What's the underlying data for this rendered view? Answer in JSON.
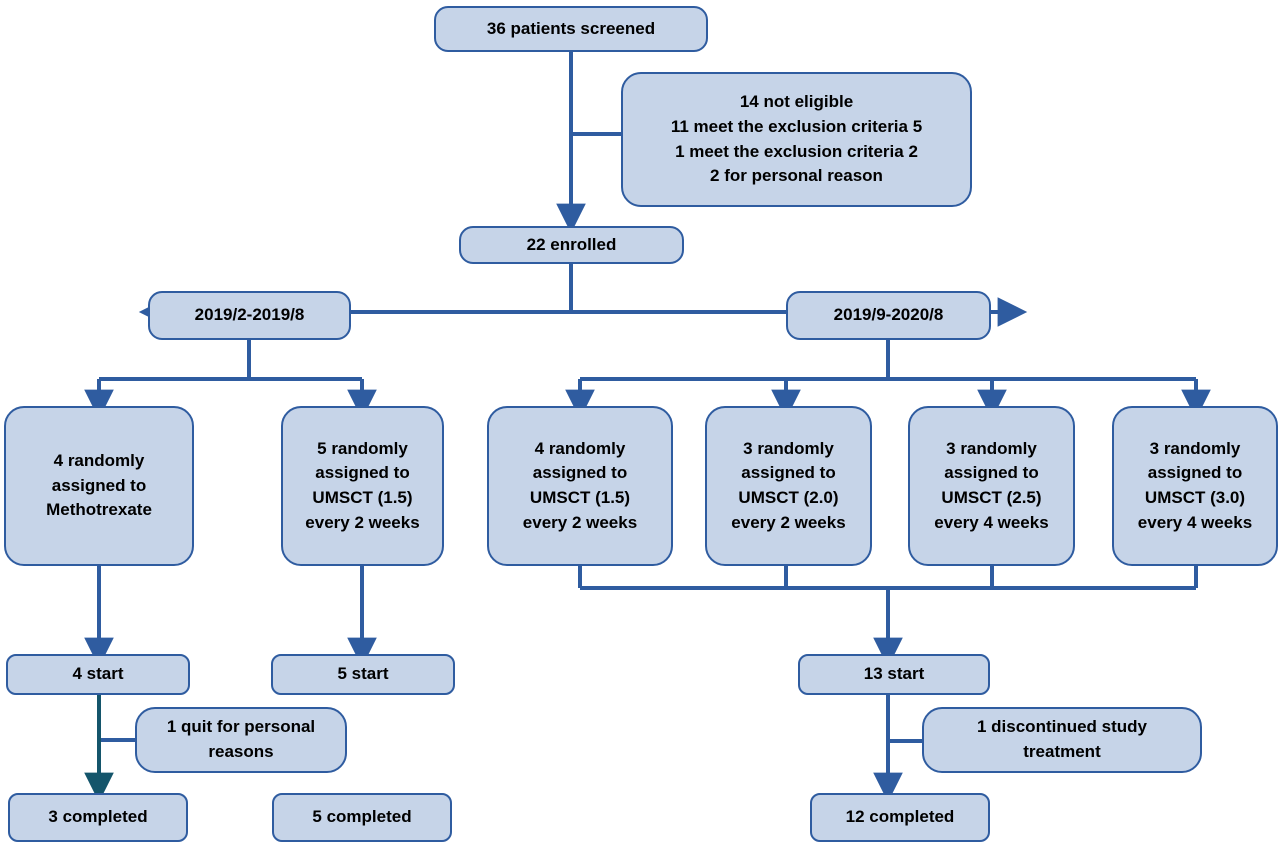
{
  "figure": {
    "type": "flowchart",
    "title": "CONSORT-style patient flow diagram",
    "palette": {
      "node_fill": "#c6d4e8",
      "node_border": "#2f5ca0",
      "edge": "#2f5ca0",
      "edge_dark": "#14556b",
      "text": "#000000",
      "background": "#ffffff"
    }
  },
  "nodes": {
    "screened": {
      "label": "36 patients screened"
    },
    "not_eligible": {
      "label": "14 not eligible\n11 meet the exclusion criteria 5\n1 meet the exclusion criteria 2\n2 for personal reason"
    },
    "enrolled": {
      "label": "22 enrolled"
    },
    "period_left": {
      "label": "2019/2-2019/8"
    },
    "period_right": {
      "label": "2019/9-2020/8"
    },
    "arm_mtx": {
      "label": "4 randomly\nassigned to\nMethotrexate"
    },
    "arm_umsct15_left": {
      "label": "5 randomly\nassigned to\nUMSCT (1.5)\nevery 2 weeks"
    },
    "arm_umsct15_right": {
      "label": "4 randomly\nassigned to\nUMSCT (1.5)\nevery 2 weeks"
    },
    "arm_umsct20": {
      "label": "3 randomly\nassigned to\nUMSCT (2.0)\nevery 2 weeks"
    },
    "arm_umsct25": {
      "label": "3 randomly\nassigned to\nUMSCT (2.5)\nevery 4 weeks"
    },
    "arm_umsct30": {
      "label": "3 randomly\nassigned to\nUMSCT (3.0)\nevery 4 weeks"
    },
    "start_mtx": {
      "label": "4 start"
    },
    "start_umsct_left": {
      "label": "5 start"
    },
    "start_right": {
      "label": "13 start"
    },
    "quit_personal": {
      "label": "1 quit for personal\nreasons"
    },
    "discontinued": {
      "label": "1 discontinued study\ntreatment"
    },
    "completed_mtx": {
      "label": "3 completed"
    },
    "completed_umsct_left": {
      "label": "5 completed"
    },
    "completed_right": {
      "label": "12 completed"
    }
  },
  "flow_data": {
    "screened_total": 36,
    "not_eligible_total": 14,
    "not_eligible_breakdown": [
      {
        "n": 11,
        "reason": "meet the exclusion criteria 5"
      },
      {
        "n": 1,
        "reason": "meet the exclusion criteria 2"
      },
      {
        "n": 2,
        "reason": "for personal reason"
      }
    ],
    "enrolled_total": 22,
    "periods": [
      {
        "name": "2019/2-2019/8",
        "arms": [
          {
            "label": "Methotrexate",
            "n": 4,
            "started": 4,
            "completed": 3,
            "dropout": "1 quit for personal reasons"
          },
          {
            "label": "UMSCT (1.5) every 2 weeks",
            "n": 5,
            "started": 5,
            "completed": 5,
            "dropout": null
          }
        ]
      },
      {
        "name": "2019/9-2020/8",
        "arms": [
          {
            "label": "UMSCT (1.5) every 2 weeks",
            "n": 4
          },
          {
            "label": "UMSCT (2.0) every 2 weeks",
            "n": 3
          },
          {
            "label": "UMSCT (2.5) every 4 weeks",
            "n": 3
          },
          {
            "label": "UMSCT (3.0) every 4 weeks",
            "n": 3
          }
        ],
        "started": 13,
        "completed": 12,
        "dropout": "1 discontinued study treatment"
      }
    ]
  }
}
